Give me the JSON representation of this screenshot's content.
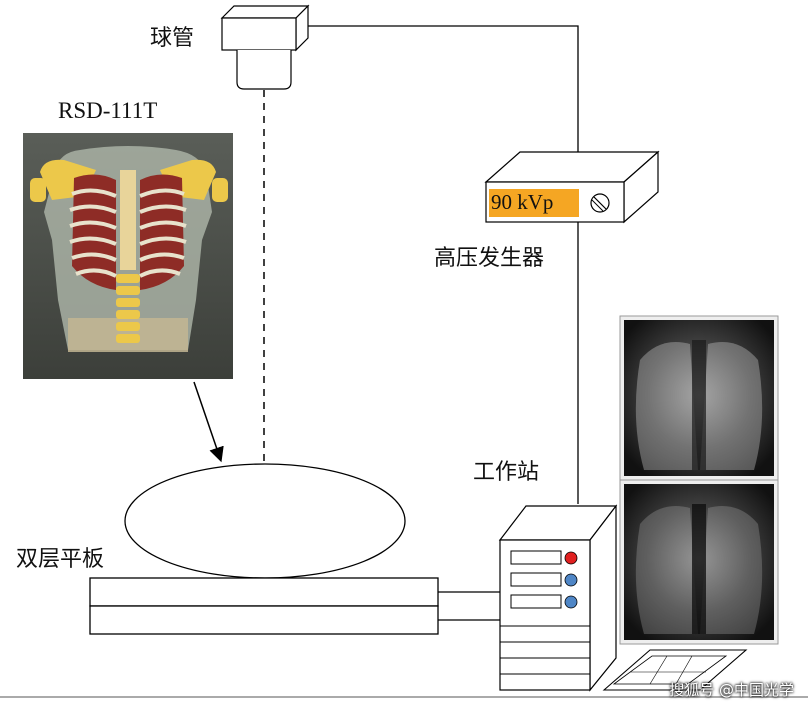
{
  "labels": {
    "tube": "球管",
    "phantom_model": "RSD-111T",
    "generator_display": "90 kVp",
    "generator": "高压发生器",
    "workstation": "工作站",
    "detector": "双层平板"
  },
  "watermark": "搜狐号 @中国光学",
  "colors": {
    "display_highlight": "#f5a623",
    "button_red": "#e02020",
    "button_blue": "#4f86c6",
    "rib_red": "#8e2c26",
    "bone_yellow": "#ecc84a"
  }
}
